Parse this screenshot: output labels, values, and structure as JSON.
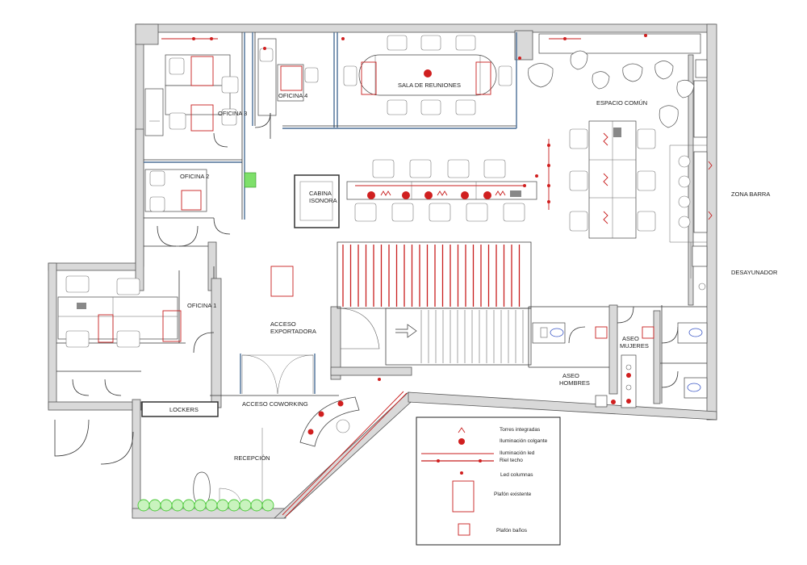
{
  "rooms": {
    "oficina3": "OFICINA 3",
    "oficina4": "OFICINA 4",
    "sala_reuniones": "SALA DE REUNIONES",
    "espacio_comun": "ESPACIO COMÚN",
    "oficina2": "OFICINA 2",
    "cabina_line1": "CABINA",
    "cabina_line2": "ISONORA",
    "zona_barra": "ZONA BARRA",
    "desayunador": "DESAYUNADOR",
    "oficina1": "OFICINA 1",
    "acceso_exp_line1": "ACCESO",
    "acceso_exp_line2": "EXPORTADORA",
    "aseo_mujeres_line1": "ASEO",
    "aseo_mujeres_line2": "MUJERES",
    "aseo_hombres_line1": "ASEO",
    "aseo_hombres_line2": "HOMBRES",
    "lockers": "LOCKERS",
    "acceso_coworking": "ACCESO COWORKING",
    "recepcion": "RECEPCIÓN"
  },
  "legend": {
    "items": [
      {
        "label": "Torres integradas",
        "symbol": "tower-mark"
      },
      {
        "label": "Iluminación colgante",
        "symbol": "pendant-dot"
      },
      {
        "label": "Iluminación led",
        "symbol": "led-line"
      },
      {
        "label": "Riel techo",
        "symbol": "rail-line"
      },
      {
        "label": "Led columnas",
        "symbol": "small-dot"
      },
      {
        "label": "Plafón existente",
        "symbol": "large-rect"
      },
      {
        "label": "Plafón baños",
        "symbol": "small-square"
      }
    ]
  },
  "colors": {
    "wall": "#d9d9d9",
    "accent_red": "#d01f1f",
    "glass_blue": "#4b6f96",
    "plant_green": "#4cc93a"
  }
}
